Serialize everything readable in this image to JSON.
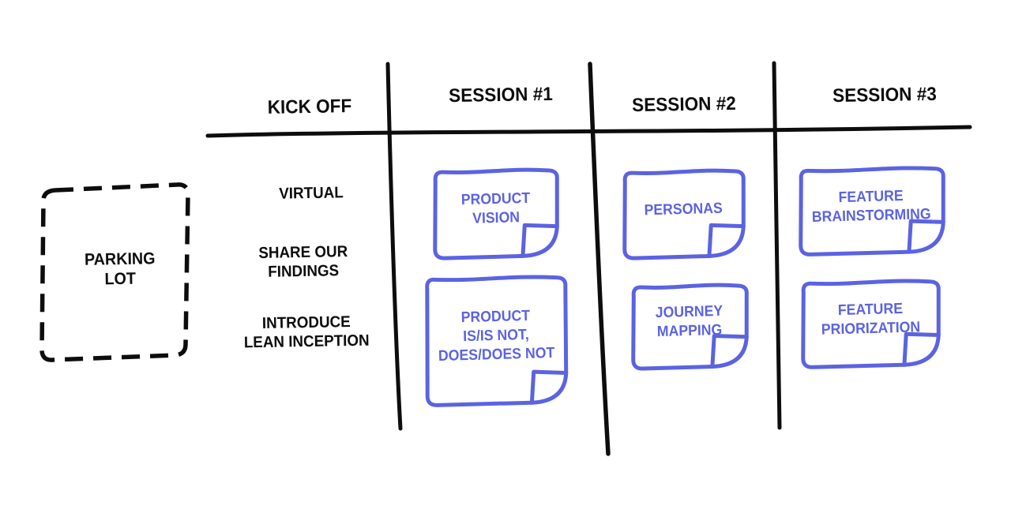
{
  "palette": {
    "ink": "#0d0d0d",
    "note_blue": "#5b63e2",
    "background": "#ffffff"
  },
  "parking_lot": {
    "label": "PARKING\nLOT"
  },
  "columns": [
    {
      "label": "KICK OFF"
    },
    {
      "label": "SESSION #1"
    },
    {
      "label": "SESSION #2"
    },
    {
      "label": "SESSION #3"
    }
  ],
  "kickoff_items": [
    {
      "label": "VIRTUAL"
    },
    {
      "label": "SHARE OUR\nFINDINGS"
    },
    {
      "label": "INTRODUCE\nLEAN INCEPTION"
    }
  ],
  "notes": [
    {
      "column": "SESSION #1",
      "label": "PRODUCT\nVISION"
    },
    {
      "column": "SESSION #1",
      "label": "PRODUCT\nIS/IS NOT,\nDOES/DOES NOT"
    },
    {
      "column": "SESSION #2",
      "label": "PERSONAS"
    },
    {
      "column": "SESSION #2",
      "label": "JOURNEY\nMAPPING"
    },
    {
      "column": "SESSION #3",
      "label": "FEATURE\nBRAINSTORMING"
    },
    {
      "column": "SESSION #3",
      "label": "FEATURE\nPRIORIZATION"
    }
  ]
}
